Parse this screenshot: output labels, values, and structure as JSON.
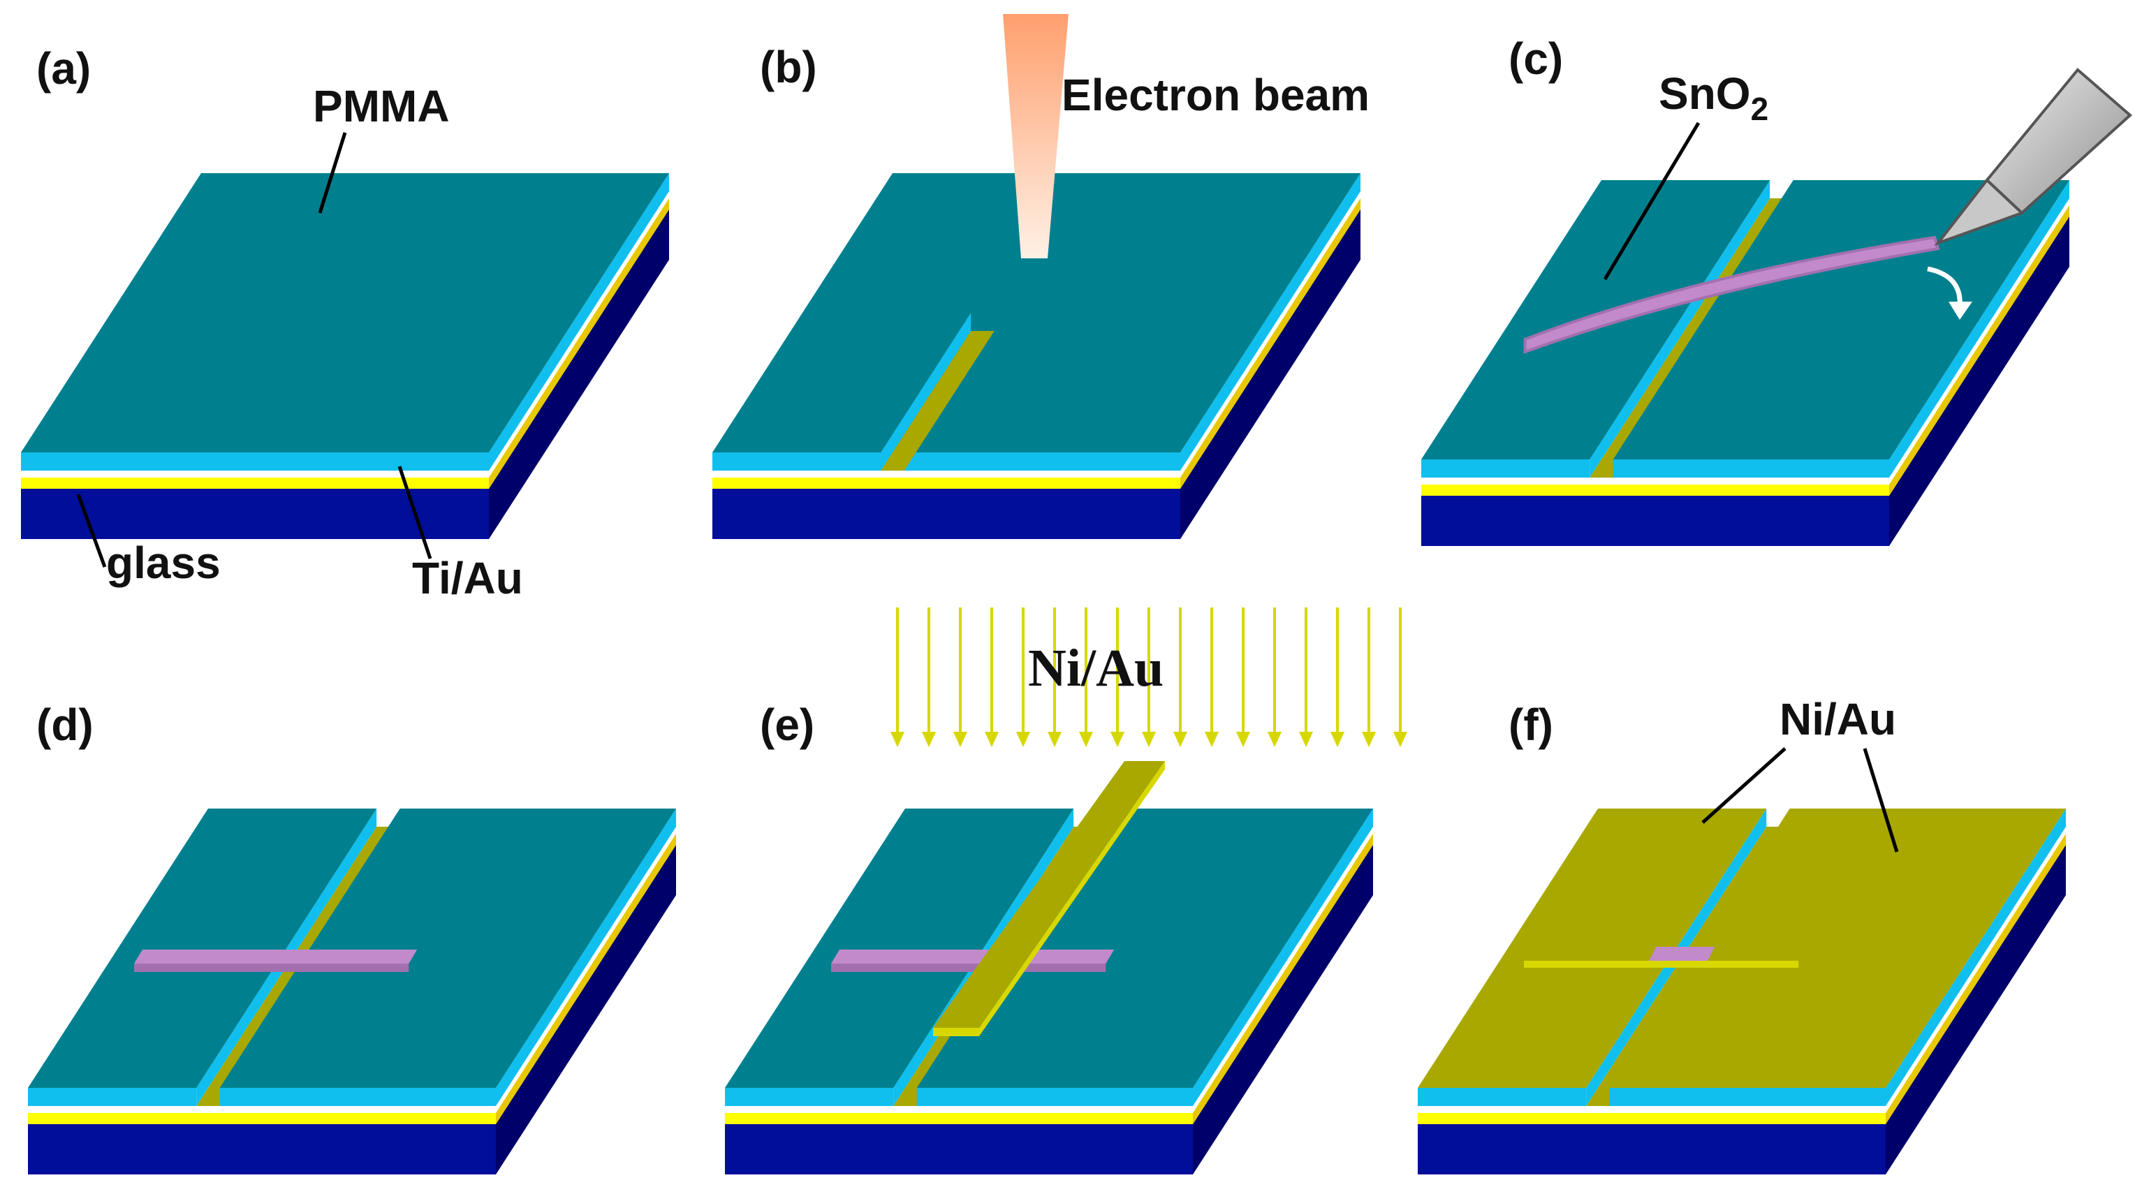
{
  "figure": {
    "colors": {
      "pmma_top": "#00808F",
      "pmma_side": "#11BFEE",
      "tiau_top": "#FFFF00",
      "tiau_side": "#E8C800",
      "glass_front": "#000E9A",
      "glass_side": "#00006A",
      "channel": "#A8A800",
      "nanowire_top": "#C28ACB",
      "nanowire_side": "#A370AE",
      "metal_top": "#A8A800",
      "metal_side": "#D8D800",
      "beam_top": "#FF9F6E",
      "beam_bottom": "#FFF1E6",
      "arrow": "#D7D700"
    },
    "panels": [
      {
        "id": "a",
        "letter": "(a)",
        "callouts": {
          "top_layer": "PMMA",
          "substrate": "glass",
          "metal_layer": "Ti/Au"
        }
      },
      {
        "id": "b",
        "letter": "(b)",
        "callouts": {
          "beam": "Electron beam"
        }
      },
      {
        "id": "c",
        "letter": "(c)",
        "callouts": {
          "nanowire": "SnO",
          "nanowire_sub": "2"
        }
      },
      {
        "id": "d",
        "letter": "(d)",
        "callouts": {}
      },
      {
        "id": "e",
        "letter": "(e)",
        "callouts": {
          "deposition": "Ni/Au"
        }
      },
      {
        "id": "f",
        "letter": "(f)",
        "callouts": {
          "electrodes": "Ni/Au"
        }
      }
    ],
    "icons": {
      "probe": "probe-needle-icon",
      "rotate": "curved-arrow-icon",
      "deposition": "down-arrows-icon"
    }
  }
}
